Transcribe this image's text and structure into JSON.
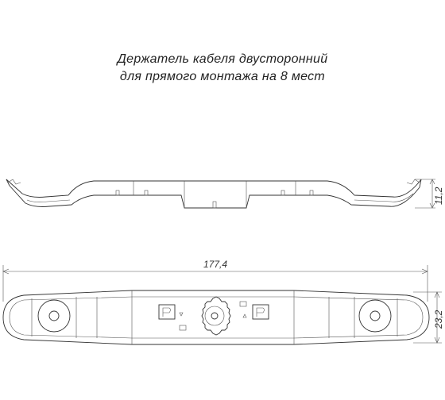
{
  "title": {
    "line1": "Держатель кабеля двусторонний",
    "line2": "для прямого монтажа на 8 мест"
  },
  "dimensions": {
    "length": "177,4",
    "height": "11,2",
    "width": "23,2"
  },
  "colors": {
    "line": "#333333",
    "background": "#ffffff"
  }
}
